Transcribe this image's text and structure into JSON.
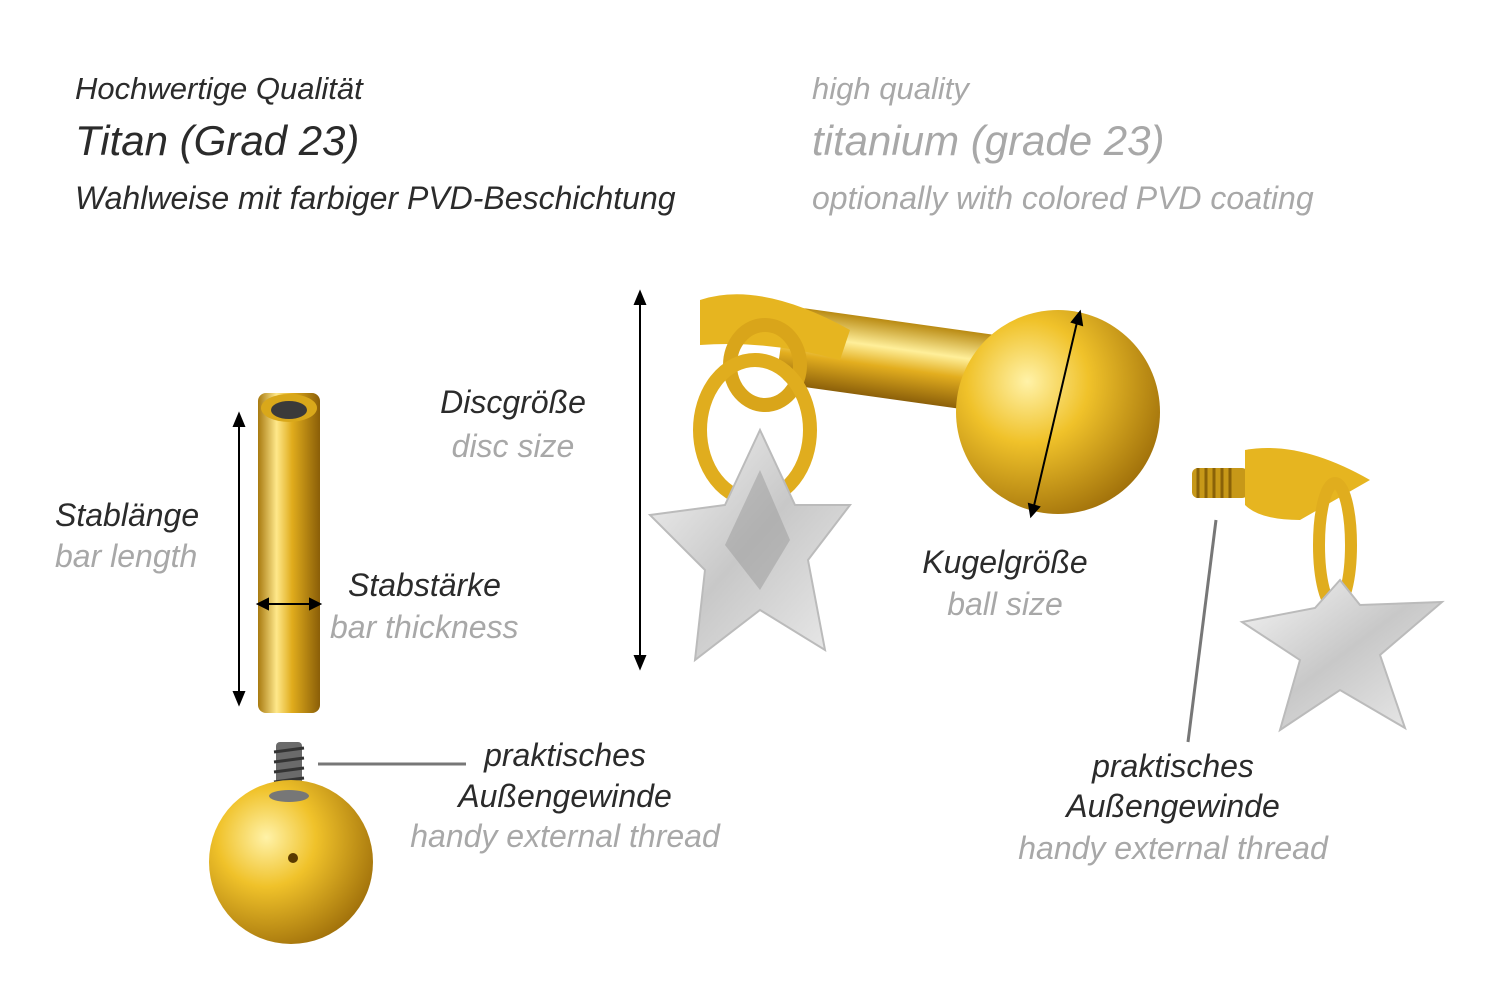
{
  "header": {
    "de": {
      "quality": "Hochwertige Qualität",
      "material": "Titan (Grad 23)",
      "coating": "Wahlweise mit farbiger PVD-Beschichtung"
    },
    "en": {
      "quality": "high quality",
      "material": "titanium (grade 23)",
      "coating": "optionally with colored PVD coating"
    }
  },
  "labels": {
    "disc_size": {
      "de": "Discgröße",
      "en": "disc size"
    },
    "bar_length": {
      "de": "Stablänge",
      "en": "bar length"
    },
    "bar_thickness": {
      "de": "Stabstärke",
      "en": "bar thickness"
    },
    "ball_size": {
      "de": "Kugelgröße",
      "en": "ball size"
    },
    "thread_left": {
      "de1": "praktisches",
      "de2": "Außengewinde",
      "en": "handy external thread"
    },
    "thread_right": {
      "de1": "praktisches",
      "de2": "Außengewinde",
      "en": "handy external thread"
    }
  },
  "colors": {
    "gold": "#e8b820",
    "text_dark": "#2b2b2b",
    "text_gray": "#a8a8a8"
  }
}
